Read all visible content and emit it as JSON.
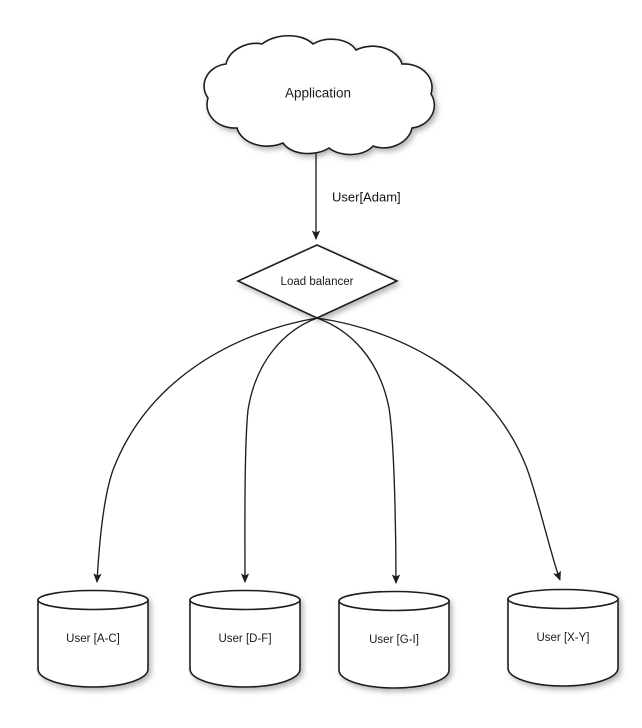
{
  "diagram": {
    "title_text": "Application",
    "background_color": "#ffffff",
    "stroke_color": "#1d1d1d",
    "text_color": "#1a1a1a",
    "source_node": {
      "id": "application-cloud",
      "shape": "cloud",
      "label": "Application"
    },
    "router_node": {
      "id": "load-balancer",
      "shape": "diamond",
      "label": "Load balancer"
    },
    "main_edge": {
      "id": "application-to-load-balancer",
      "label": "User[Adam]",
      "arrowhead": "filled-triangle"
    },
    "shard_nodes": [
      {
        "id": "db-a-c",
        "shape": "cylinder",
        "label": "User [A-C]"
      },
      {
        "id": "db-d-f",
        "shape": "cylinder",
        "label": "User [D-F]"
      },
      {
        "id": "db-g-i",
        "shape": "cylinder",
        "label": "User [G-I]"
      },
      {
        "id": "db-x-y",
        "shape": "cylinder",
        "label": "User [X-Y]"
      }
    ],
    "shard_edges": [
      {
        "id": "edge-to-db-a-c",
        "target": "db-a-c"
      },
      {
        "id": "edge-to-db-d-f",
        "target": "db-d-f"
      },
      {
        "id": "edge-to-db-g-i",
        "target": "db-g-i"
      },
      {
        "id": "edge-to-db-x-y",
        "target": "db-x-y"
      }
    ]
  }
}
